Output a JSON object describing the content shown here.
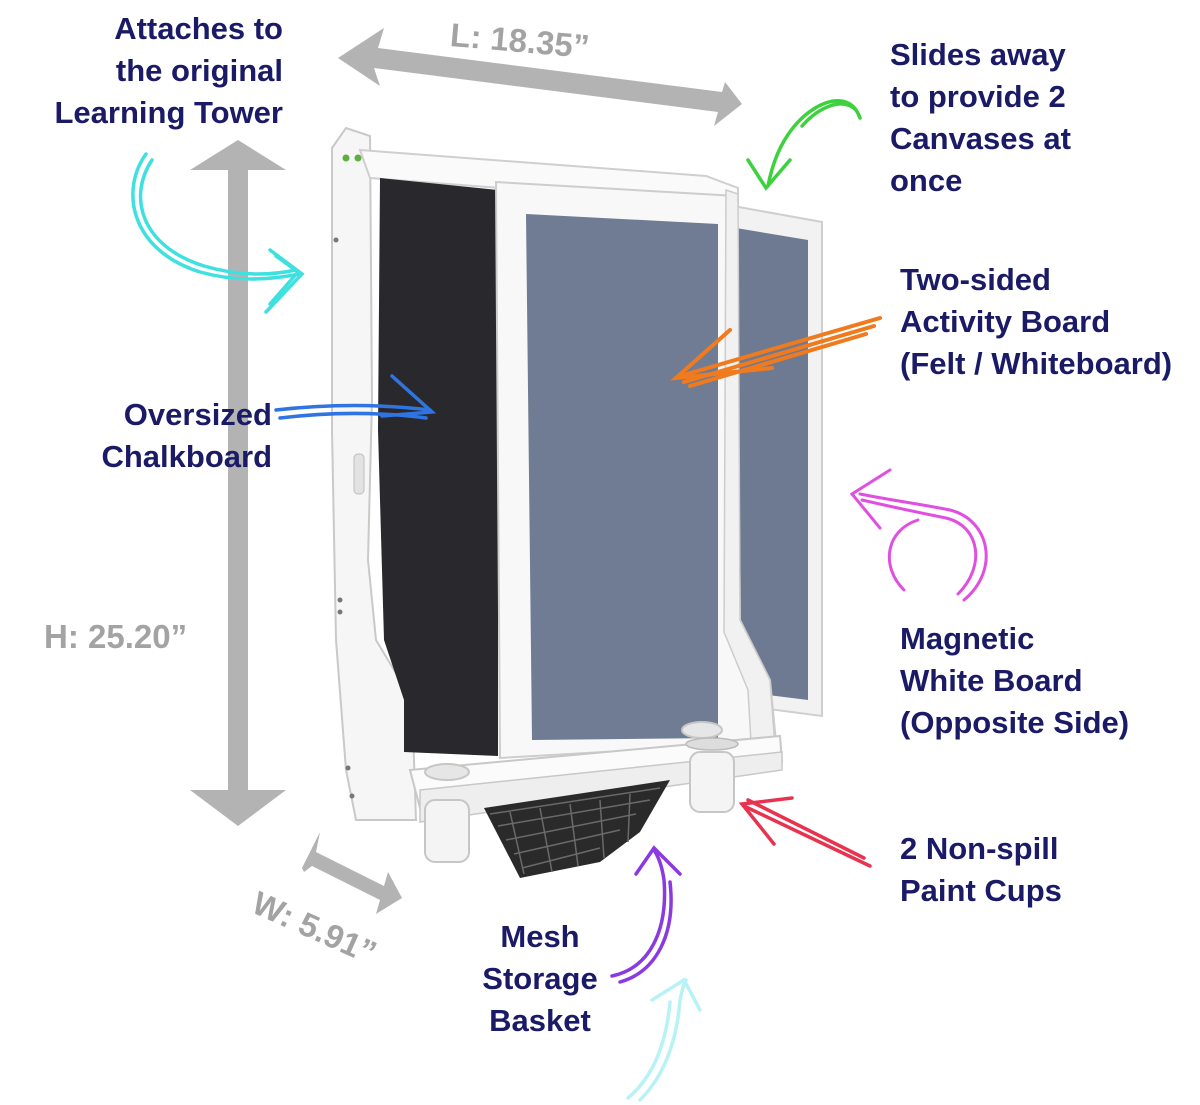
{
  "colors": {
    "label_text": "#1a1a66",
    "dimension": "#a3a3a3",
    "arrow_teal": "#3ee0e0",
    "arrow_green": "#3ed13e",
    "arrow_orange": "#f07a1e",
    "arrow_blue": "#2f74e0",
    "arrow_magenta": "#e04fe0",
    "arrow_red": "#e8334f",
    "arrow_purple": "#8a3ae0",
    "arrow_light_cyan": "#b9f2f6",
    "chalkboard": "#2b2b2e",
    "felt_board": "#6f7c93",
    "frame": "#f4f4f4"
  },
  "dimensions": {
    "length": "L: 18.35”",
    "height": "H: 25.20”",
    "width": "W: 5.91”"
  },
  "callouts": {
    "attach": [
      "Attaches to",
      "the original",
      "Learning Tower"
    ],
    "slides": [
      "Slides away",
      "to provide 2",
      "Canvases at",
      "once"
    ],
    "two_sided": [
      "Two-sided",
      "Activity Board",
      "(Felt / Whiteboard)"
    ],
    "chalkboard": [
      "Oversized",
      "Chalkboard"
    ],
    "magnetic": [
      "Magnetic",
      "White Board",
      "(Opposite Side)"
    ],
    "paint_cups": [
      "2 Non-spill",
      "Paint Cups"
    ],
    "mesh": [
      "Mesh",
      "Storage",
      "Basket"
    ]
  }
}
